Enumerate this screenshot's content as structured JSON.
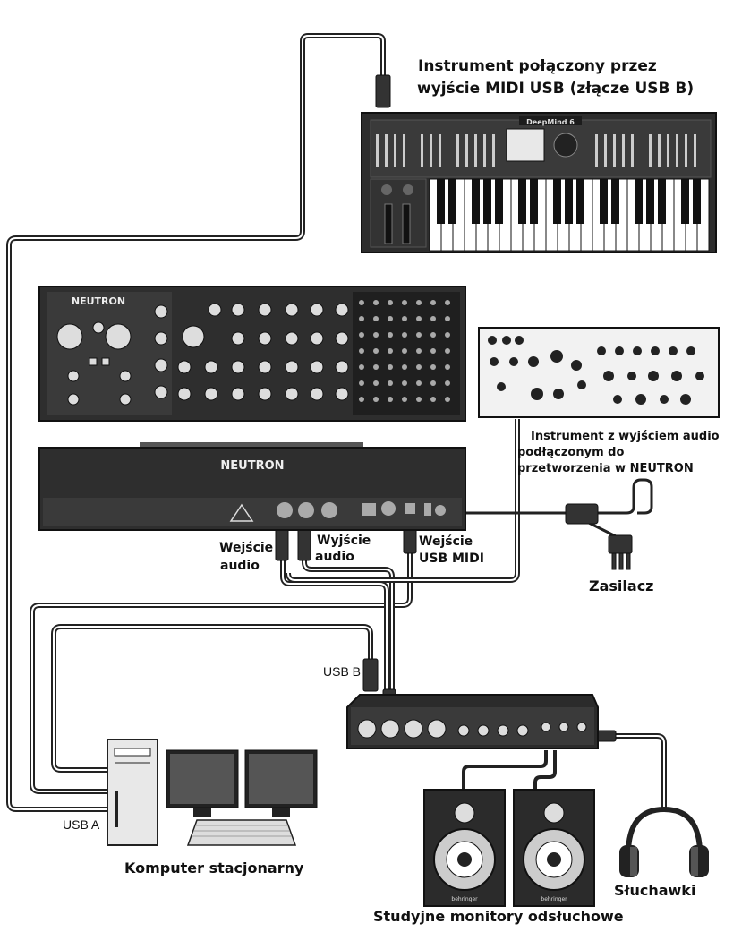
{
  "labels": {
    "synth_line1": "Instrument połączony przez",
    "synth_line2": "wyjście MIDI USB (złącze USB B)",
    "ext_line1": "Instrument z wyjściem audio",
    "ext_line2": "podłączonym do",
    "ext_line3": "przetworzenia w NEUTRON",
    "audio_in_1_line1": "Wejście",
    "audio_in_1_line2": "audio",
    "audio_in_2_line1": "Wyjście",
    "audio_in_2_line2": "audio",
    "usb_midi_line1": "Wejście",
    "usb_midi_line2": "USB MIDI",
    "power": "Zasilacz",
    "usb_b": "USB B",
    "usb_a": "USB A",
    "computer": "Komputer stacjonarny",
    "headphones": "Słuchawki",
    "monitors": "Studyjne monitory odsłuchowe"
  },
  "devices": {
    "synth_logo": "DeepMind 6",
    "neutron_logo": "NEUTRON",
    "neutron_rear_logo": "NEUTRON",
    "monitor_brand": "behringer"
  },
  "colors": {
    "device_dark": "#2b2b2b",
    "device_mid": "#4a4a4a",
    "cable": "#222222",
    "panel_light": "#e8e8e8"
  }
}
